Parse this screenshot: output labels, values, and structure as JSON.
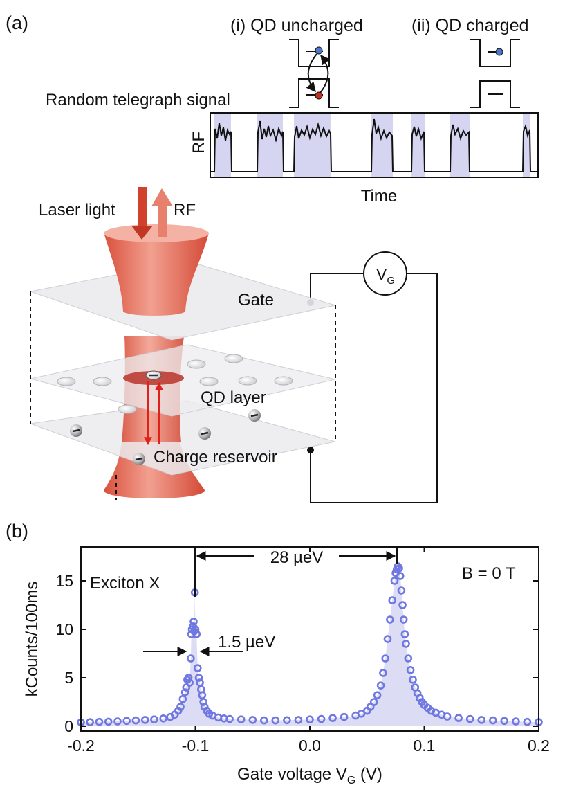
{
  "panel_a": {
    "label": "(a)",
    "state_uncharged": "(i) QD uncharged",
    "state_charged": "(ii) QD charged",
    "telegraph_label": "Random telegraph signal",
    "rf_axis_label": "RF",
    "time_axis_label": "Time",
    "laser_label": "Laser light",
    "rf_arrow_label": "RF",
    "gate_label": "Gate",
    "qd_layer_label": "QD layer",
    "reservoir_label": "Charge reservoir",
    "vg_symbol": "V",
    "vg_subscript": "G"
  },
  "panel_b": {
    "label": "(b)",
    "exciton_label": "Exciton X",
    "b_field_label": "B = 0 T",
    "spacing_label": "28 µeV",
    "linewidth_label": "1.5 µeV",
    "xlabel_main": "Gate voltage V",
    "xlabel_sub": "G",
    "xlabel_unit": " (V)",
    "ylabel": "kCounts/100ms"
  },
  "colors": {
    "marker": "#6f77e0",
    "fill": "#dcdcf5",
    "telegraph_band": "#d5d5f2",
    "beam": "#e0604c",
    "arrow_red": "#e0201a",
    "plane": "#ececef"
  },
  "chart_data": {
    "type": "scatter",
    "xlim": [
      -0.2,
      0.2
    ],
    "ylim": [
      -0.5,
      18.5
    ],
    "x_ticks": [
      -0.2,
      -0.1,
      0.0,
      0.1,
      0.2
    ],
    "x_tick_labels": [
      "-0.2",
      "-0.1",
      "0.0",
      "0.1",
      "0.2"
    ],
    "y_ticks": [
      0,
      5,
      10,
      15
    ],
    "y_tick_labels": [
      "0",
      "5",
      "10",
      "15"
    ],
    "series": [
      {
        "points": [
          [
            -0.2,
            0.4
          ],
          [
            -0.192,
            0.42
          ],
          [
            -0.184,
            0.45
          ],
          [
            -0.176,
            0.47
          ],
          [
            -0.168,
            0.5
          ],
          [
            -0.16,
            0.55
          ],
          [
            -0.152,
            0.6
          ],
          [
            -0.144,
            0.65
          ],
          [
            -0.136,
            0.7
          ],
          [
            -0.128,
            0.8
          ],
          [
            -0.122,
            0.95
          ],
          [
            -0.118,
            1.2
          ],
          [
            -0.115,
            1.6
          ],
          [
            -0.113,
            2.0
          ],
          [
            -0.111,
            2.8
          ],
          [
            -0.109,
            3.5
          ],
          [
            -0.108,
            4.0
          ],
          [
            -0.107,
            4.8
          ],
          [
            -0.106,
            5.0
          ],
          [
            -0.105,
            4.5
          ],
          [
            -0.104,
            7.0
          ],
          [
            -0.1035,
            9.5
          ],
          [
            -0.103,
            10.0
          ],
          [
            -0.102,
            10.3
          ],
          [
            -0.1015,
            10.8
          ],
          [
            -0.101,
            9.8
          ],
          [
            -0.1005,
            13.8
          ],
          [
            -0.1,
            10.0
          ],
          [
            -0.099,
            9.5
          ],
          [
            -0.098,
            6.0
          ],
          [
            -0.097,
            5.0
          ],
          [
            -0.096,
            4.5
          ],
          [
            -0.095,
            3.8
          ],
          [
            -0.094,
            3.2
          ],
          [
            -0.093,
            2.5
          ],
          [
            -0.092,
            2.0
          ],
          [
            -0.09,
            1.6
          ],
          [
            -0.088,
            1.3
          ],
          [
            -0.085,
            1.1
          ],
          [
            -0.08,
            0.9
          ],
          [
            -0.075,
            0.8
          ],
          [
            -0.07,
            0.75
          ],
          [
            -0.06,
            0.7
          ],
          [
            -0.05,
            0.65
          ],
          [
            -0.04,
            0.6
          ],
          [
            -0.03,
            0.6
          ],
          [
            -0.02,
            0.62
          ],
          [
            -0.01,
            0.65
          ],
          [
            0.0,
            0.7
          ],
          [
            0.01,
            0.75
          ],
          [
            0.02,
            0.85
          ],
          [
            0.03,
            0.95
          ],
          [
            0.04,
            1.1
          ],
          [
            0.045,
            1.3
          ],
          [
            0.05,
            1.6
          ],
          [
            0.053,
            2.0
          ],
          [
            0.056,
            2.5
          ],
          [
            0.059,
            3.2
          ],
          [
            0.062,
            4.2
          ],
          [
            0.064,
            5.5
          ],
          [
            0.066,
            7.0
          ],
          [
            0.068,
            9.0
          ],
          [
            0.07,
            11.0
          ],
          [
            0.072,
            13.0
          ],
          [
            0.074,
            15.0
          ],
          [
            0.075,
            15.8
          ],
          [
            0.076,
            16.2
          ],
          [
            0.077,
            16.5
          ],
          [
            0.078,
            16.3
          ],
          [
            0.079,
            15.5
          ],
          [
            0.08,
            14.0
          ],
          [
            0.081,
            12.5
          ],
          [
            0.082,
            11.0
          ],
          [
            0.083,
            9.5
          ],
          [
            0.084,
            8.5
          ],
          [
            0.086,
            7.0
          ],
          [
            0.088,
            5.8
          ],
          [
            0.09,
            4.8
          ],
          [
            0.092,
            4.0
          ],
          [
            0.094,
            3.4
          ],
          [
            0.096,
            2.9
          ],
          [
            0.098,
            2.5
          ],
          [
            0.1,
            2.2
          ],
          [
            0.103,
            1.9
          ],
          [
            0.106,
            1.6
          ],
          [
            0.11,
            1.4
          ],
          [
            0.115,
            1.2
          ],
          [
            0.12,
            1.0
          ],
          [
            0.13,
            0.85
          ],
          [
            0.14,
            0.75
          ],
          [
            0.15,
            0.65
          ],
          [
            0.16,
            0.6
          ],
          [
            0.17,
            0.55
          ],
          [
            0.18,
            0.5
          ],
          [
            0.19,
            0.45
          ],
          [
            0.2,
            0.42
          ]
        ]
      }
    ]
  }
}
